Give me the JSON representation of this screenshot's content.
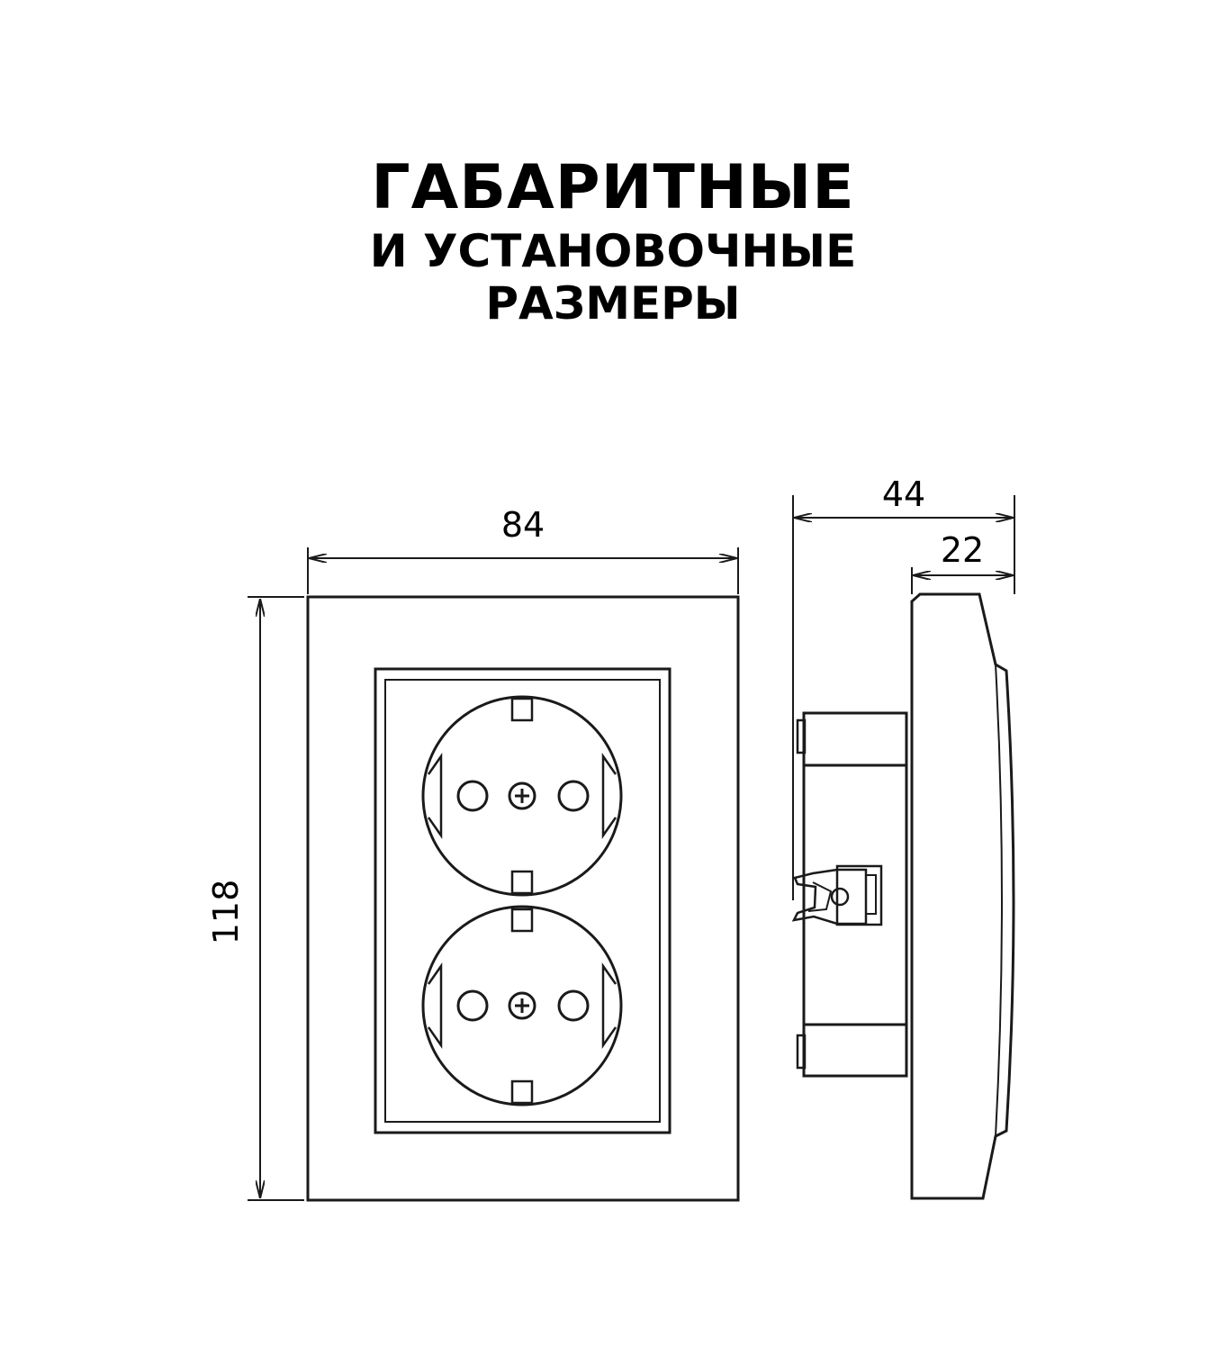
{
  "title": {
    "line1": "ГАБАРИТНЫЕ",
    "line2": "И УСТАНОВОЧНЫЕ",
    "line3": "РАЗМЕРЫ"
  },
  "dimensions": {
    "width": "84",
    "height": "118",
    "depth_total": "44",
    "depth_front": "22"
  },
  "colors": {
    "line": "#1a1a1a",
    "background": "#ffffff"
  }
}
